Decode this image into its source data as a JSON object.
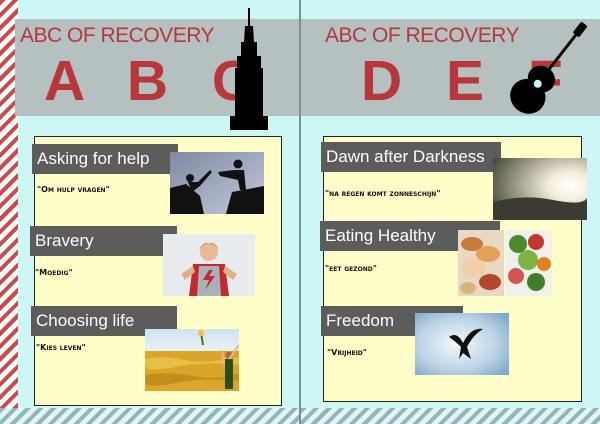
{
  "colors": {
    "panel_background": "#ccf7f5",
    "banner_background": "#b5c0c0",
    "title_red": "#b8373a",
    "content_background": "#fffdc8",
    "label_background": "#5c5c5c"
  },
  "left_page": {
    "title": "ABC OF RECOVERY",
    "letters": "A B C",
    "icon": "skyscraper-icon",
    "items": [
      {
        "label": "Asking for help",
        "quote": "\"Om hulp vragen\"",
        "image": "climbers-helping-hand-photo"
      },
      {
        "label": "Bravery",
        "quote": "\"Moedig\"",
        "image": "superhero-child-photo"
      },
      {
        "label": "Choosing life",
        "quote": "\"Kies leven\"",
        "image": "wheat-field-woman-photo"
      }
    ]
  },
  "right_page": {
    "title": "ABC OF RECOVERY",
    "letters": "D E F",
    "icon": "guitar-icon",
    "items": [
      {
        "label": "Dawn after Darkness",
        "quote": "\"na regen komt zonneschijn\"",
        "image": "sunrise-landscape-photo"
      },
      {
        "label": "Eating Healthy",
        "quote": "\"eet gezond\"",
        "image": "healthy-food-photo"
      },
      {
        "label": "Freedom",
        "quote": "\"Vrijheid\"",
        "image": "eagle-sky-photo"
      }
    ]
  }
}
